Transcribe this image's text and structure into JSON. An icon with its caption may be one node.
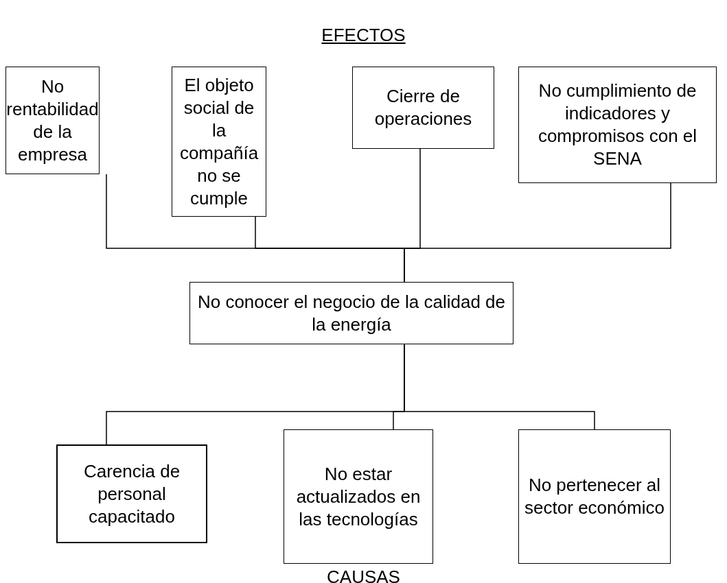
{
  "diagram": {
    "title": "EFECTOS",
    "caption": "CAUSAS",
    "nodes": [
      {
        "text": [
          "No rentabilidad de la empresa"
        ]
      },
      {
        "text": [
          "El objeto social de la compañía no se cumple"
        ]
      },
      {
        "text": [
          "Cierre de operaciones"
        ]
      },
      {
        "text": [
          "No cumplimiento de indicadores y compromisos con el SENA"
        ]
      },
      {
        "text": [
          "No conocer el negocio de la calidad de la energía"
        ]
      },
      {
        "text": [
          "Carencia de personal capacitado"
        ]
      },
      {
        "text": [
          "No estar actualizados en las tecnologías"
        ]
      },
      {
        "text": [
          "No pertenecer al sector económico"
        ]
      }
    ],
    "edges": [
      {
        "from": 4,
        "to": 0,
        "arrow": "none"
      },
      {
        "from": 4,
        "to": 1,
        "arrow": "none"
      },
      {
        "from": 4,
        "to": 2,
        "arrow": "none"
      },
      {
        "from": 4,
        "to": 3,
        "arrow": "none"
      },
      {
        "from": 4,
        "to": 5,
        "arrow": "none"
      },
      {
        "from": 4,
        "to": 6,
        "arrow": "none"
      },
      {
        "from": 4,
        "to": 7,
        "arrow": "none"
      }
    ]
  }
}
